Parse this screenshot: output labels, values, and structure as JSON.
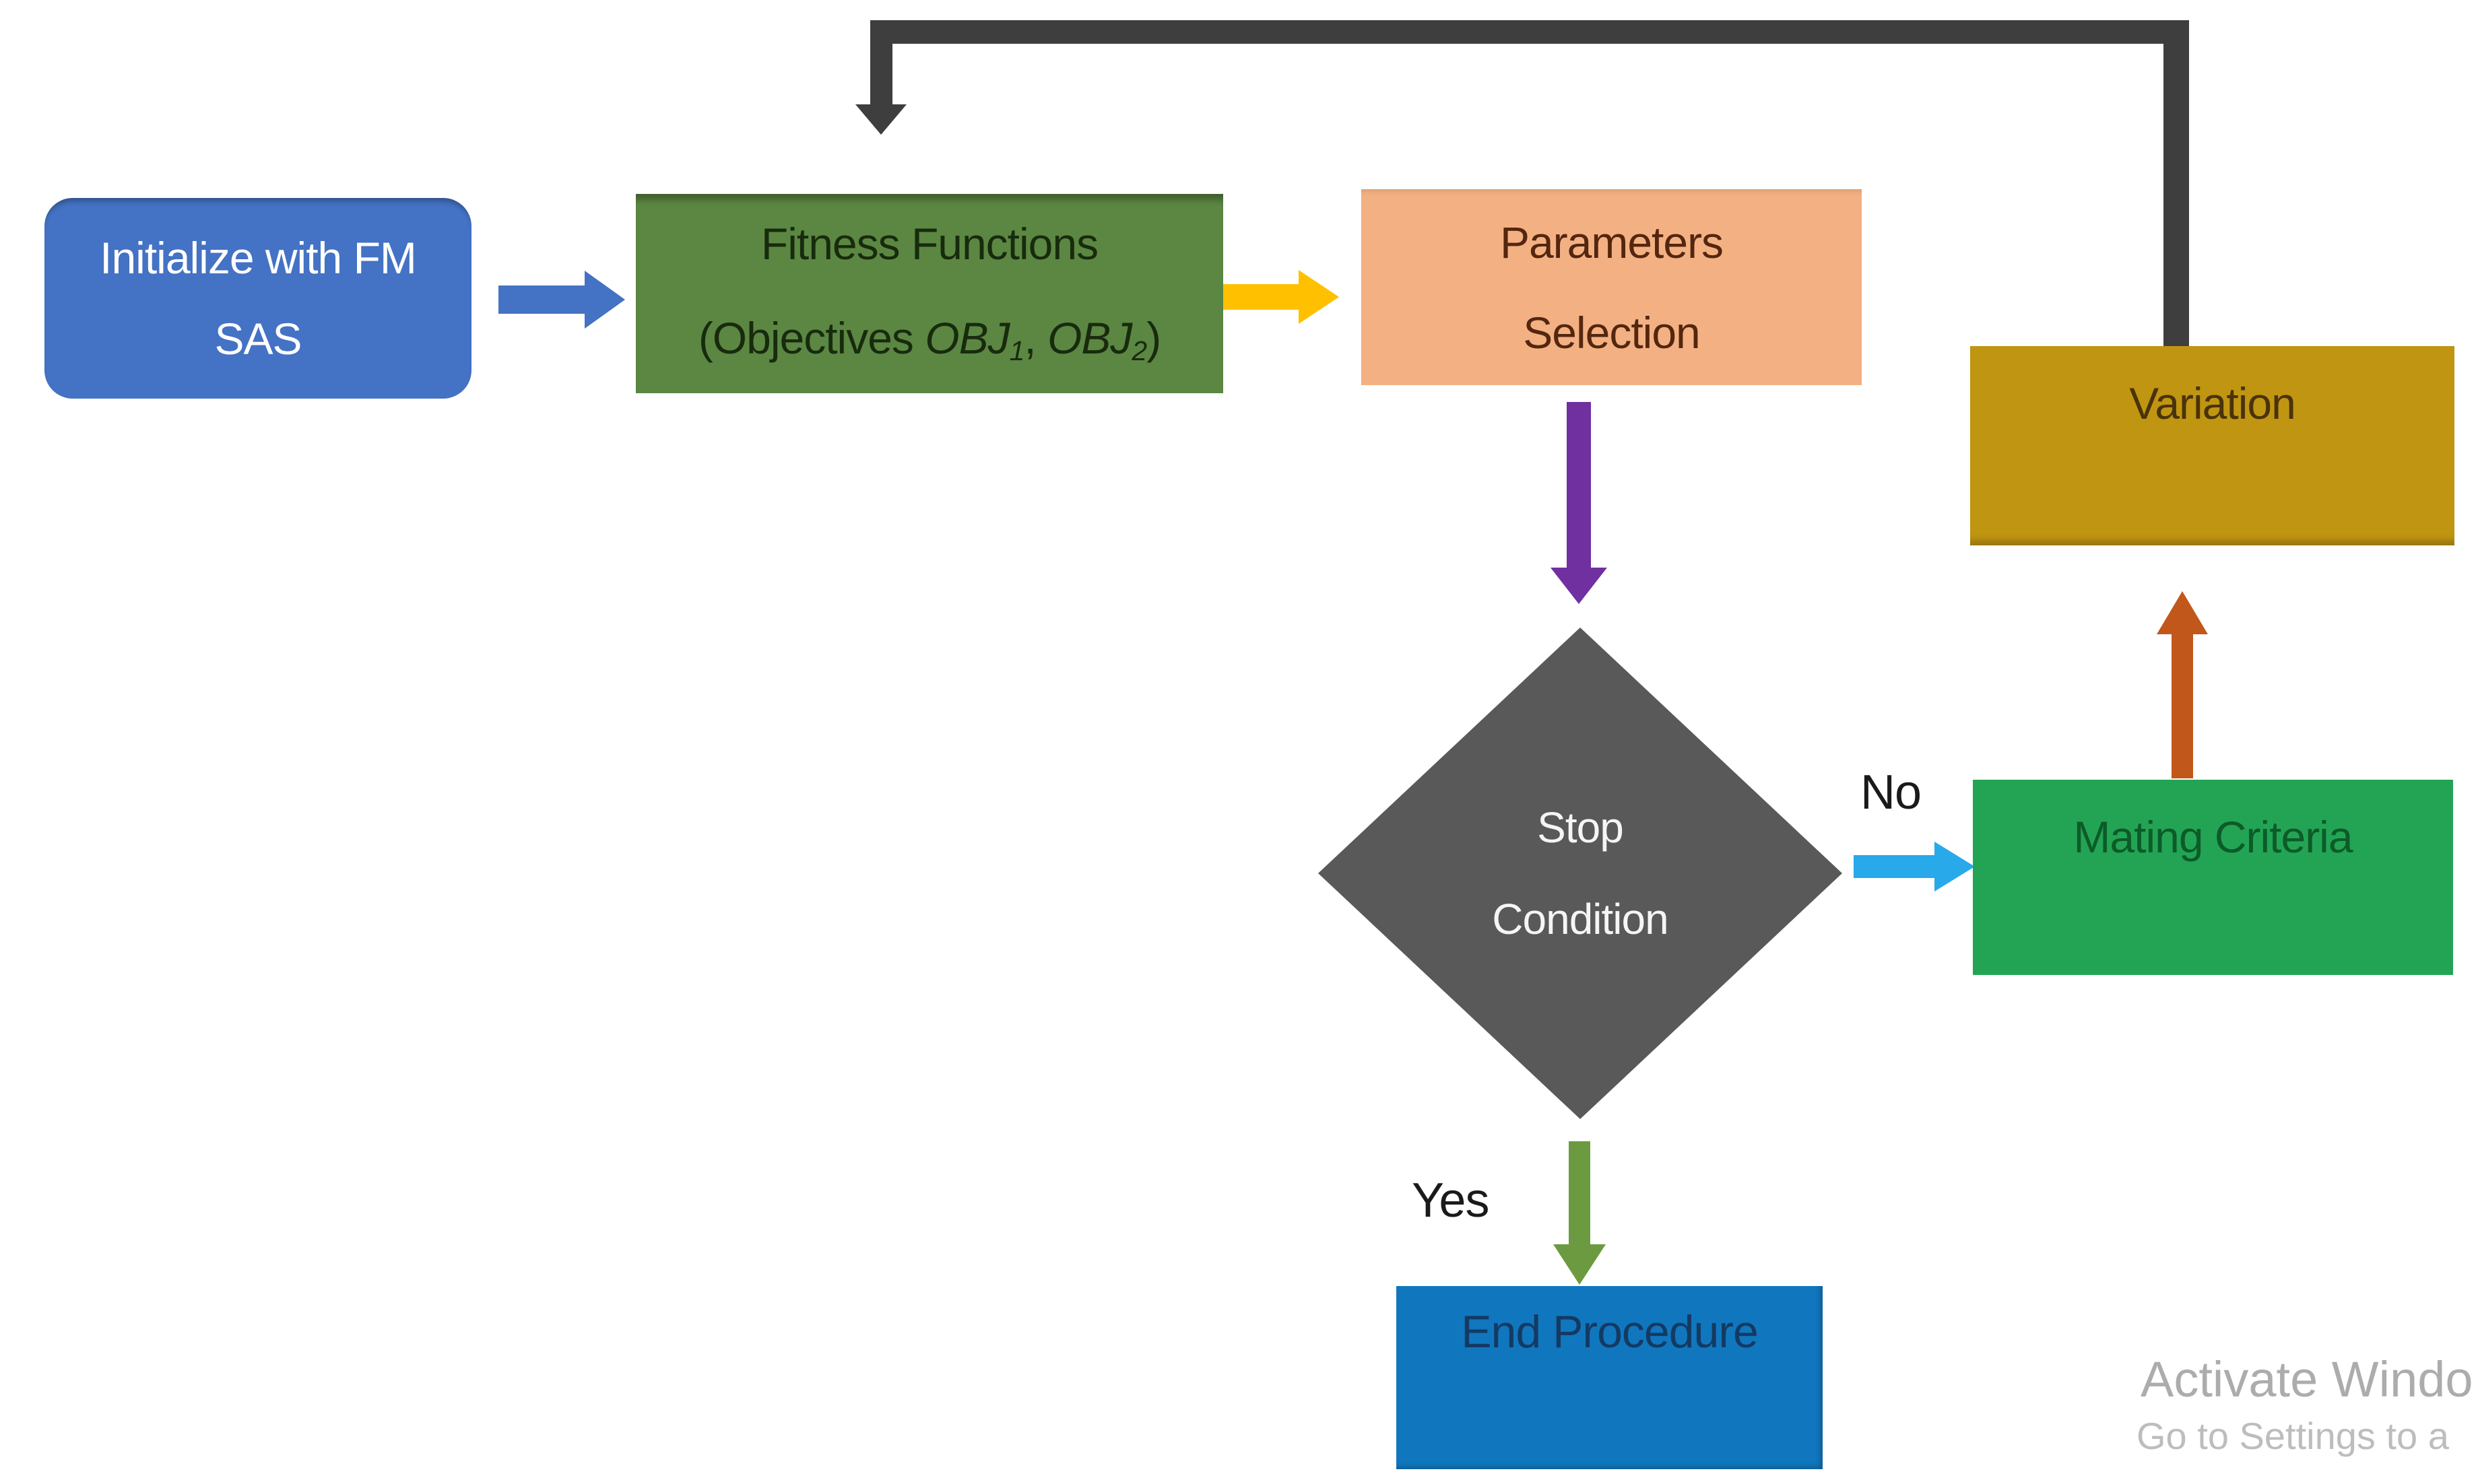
{
  "nodes": {
    "init": {
      "line1": "Initialize with FM",
      "line2": "SAS"
    },
    "fitness": {
      "line1": "Fitness Functions",
      "line2_prefix": "(Objectives ",
      "obj1": "OBJ",
      "sub1": "1",
      "line2_comma": ", ",
      "obj2": "OBJ",
      "sub2": "2",
      "line2_suffix": ")"
    },
    "params": {
      "line1": "Parameters",
      "line2": "Selection"
    },
    "variation": {
      "label": "Variation"
    },
    "stop": {
      "line1": "Stop",
      "line2": "Condition"
    },
    "mating": {
      "label": "Mating Criteria"
    },
    "end": {
      "label": "End Procedure"
    }
  },
  "labels": {
    "no": "No",
    "yes": "Yes"
  },
  "watermark": {
    "line1": "Activate Windo",
    "line2": "Go to Settings to a"
  },
  "colors": {
    "init_fill": "#4472C4",
    "init_text": "#FFFFFF",
    "fitness_fill": "#5B8742",
    "fitness_text": "#182B0E",
    "params_fill": "#F3B183",
    "params_text": "#54260F",
    "variation_fill": "#C09512",
    "variation_text": "#49330A",
    "stop_fill": "#595959",
    "stop_text": "#F5F5F5",
    "mating_fill": "#23A455",
    "mating_text": "#0C5B28",
    "end_fill": "#1077BE",
    "end_text": "#143A63",
    "loop_arrow": "#3E3E3E",
    "arrow_blue": "#4472C4",
    "arrow_yellow": "#FFC000",
    "arrow_purple": "#7030A0",
    "arrow_cyan": "#27A9EA",
    "arrow_orange": "#C2571B",
    "arrow_green": "#6C9A40",
    "watermark_line1": "#ACACAC",
    "watermark_line2": "#BDBDBD"
  }
}
